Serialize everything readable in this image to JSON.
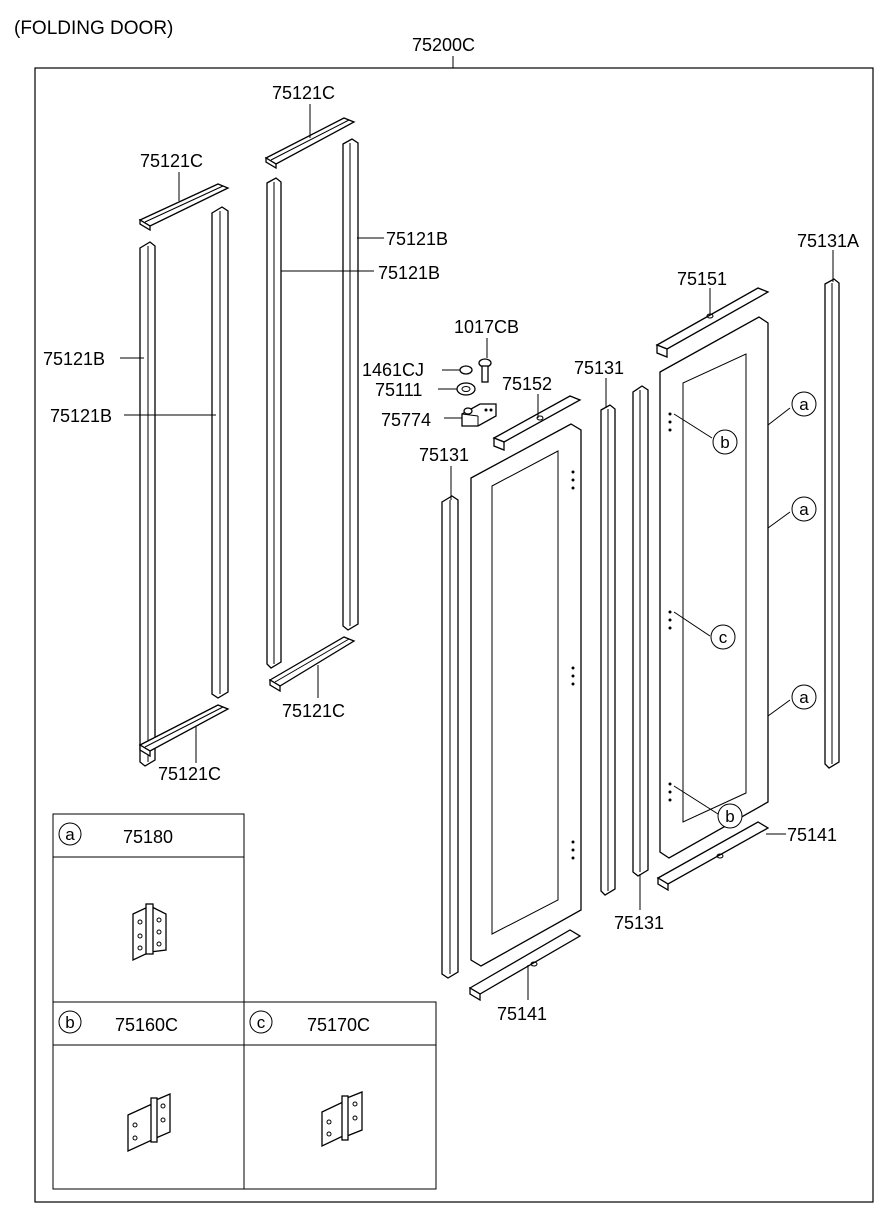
{
  "title": "(FOLDING DOOR)",
  "assembly_code": "75200C",
  "labels": {
    "rail_top_a": "75121C",
    "rail_top_b": "75121C",
    "rail_bottom_a": "75121C",
    "rail_bottom_b": "75121C",
    "strip_right_a": "75121B",
    "strip_right_b": "75121B",
    "strip_left_a": "75121B",
    "strip_left_b": "75121B",
    "bolt": "1017CB",
    "washer_small": "1461CJ",
    "washer": "75111",
    "pivot": "75774",
    "door_top_rail_1": "75152",
    "door_top_rail_2": "75151",
    "door_side_1": "75131",
    "door_side_2": "75131",
    "door_side_3": "75131",
    "door_side_end": "75131A",
    "door_bottom_rail_1": "75141",
    "door_bottom_rail_2": "75141"
  },
  "callouts": {
    "a": "a",
    "b": "b",
    "c": "c"
  },
  "legend": [
    {
      "letter": "a",
      "part": "75180"
    },
    {
      "letter": "b",
      "part": "75160C"
    },
    {
      "letter": "c",
      "part": "75170C"
    }
  ]
}
